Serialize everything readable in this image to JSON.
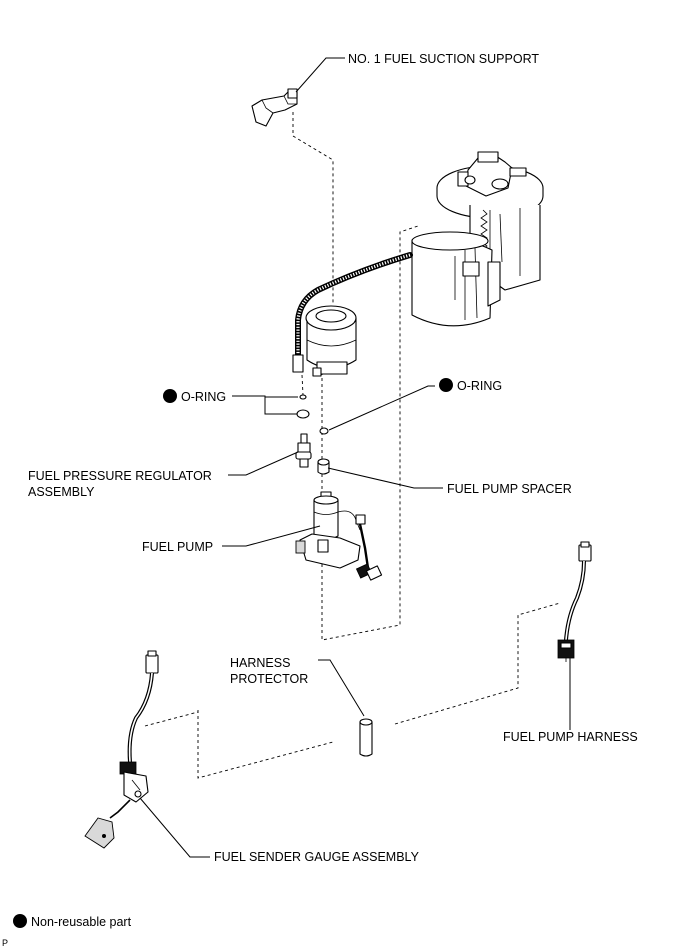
{
  "labels": {
    "suction_support": "NO. 1 FUEL SUCTION SUPPORT",
    "o_ring_left": "O-RING",
    "o_ring_right": "O-RING",
    "pressure_regulator_line1": "FUEL PRESSURE REGULATOR",
    "pressure_regulator_line2": "ASSEMBLY",
    "pump_spacer": "FUEL PUMP SPACER",
    "fuel_pump": "FUEL PUMP",
    "harness_protector_line1": "HARNESS",
    "harness_protector_line2": "PROTECTOR",
    "pump_harness": "FUEL PUMP HARNESS",
    "sender_gauge": "FUEL SENDER GAUGE ASSEMBLY"
  },
  "legend": {
    "text": "Non-reusable part"
  },
  "corner_code": "P"
}
